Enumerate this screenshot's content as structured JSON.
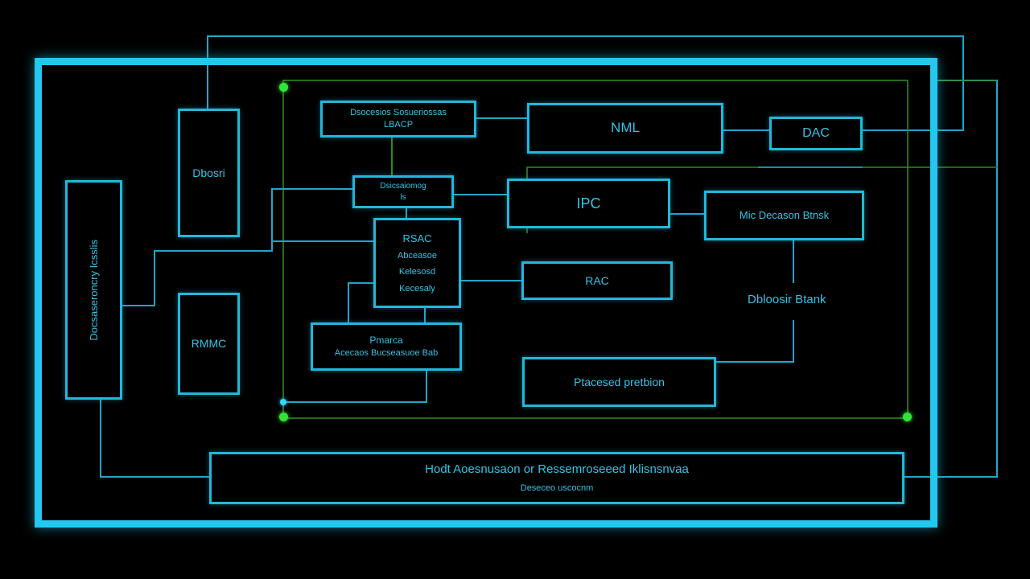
{
  "colors": {
    "background": "#000000",
    "frame": "#22c8f0",
    "block_border": "#21b8dc",
    "text": "#35c3e6",
    "wire": "#1fa6cc",
    "inner_region": "#2e8a1e",
    "node_dot": "#33e33a"
  },
  "blocks": {
    "top_left_block": "Dbosri",
    "left_tall_block": "Docsaseroncry Icsslis",
    "left_small_block": "RMMC",
    "top_center_block": {
      "line1": "Dsocesios Sosueriossas",
      "line2": "LBACP"
    },
    "center_small_block": {
      "line1": "Dsicsaiomog",
      "line2": "ls"
    },
    "center_core_block": {
      "line1": "RSAC",
      "line2": "Abceasoe",
      "line3": "Kelesosd",
      "line4": "Kecesaly"
    },
    "center_lower_block": {
      "line1": "Pmarca",
      "line2": "Acecaos Bucseasuoe Bab"
    },
    "nml_block": "NML",
    "ipc_block": "IPC",
    "rac_block": "RAC",
    "dac_block": "DAC",
    "mic_block": "Mic Decason Btnsk",
    "processor_block": "Ptacesed pretbion",
    "bottom_bar": {
      "line1": "Hodt Aoesnusaon or Ressemroseeed Iklisnsnvaa",
      "line2": "Deseceo uscocnm"
    }
  },
  "labels": {
    "right_floating_label": "Dbloosir Btank"
  }
}
